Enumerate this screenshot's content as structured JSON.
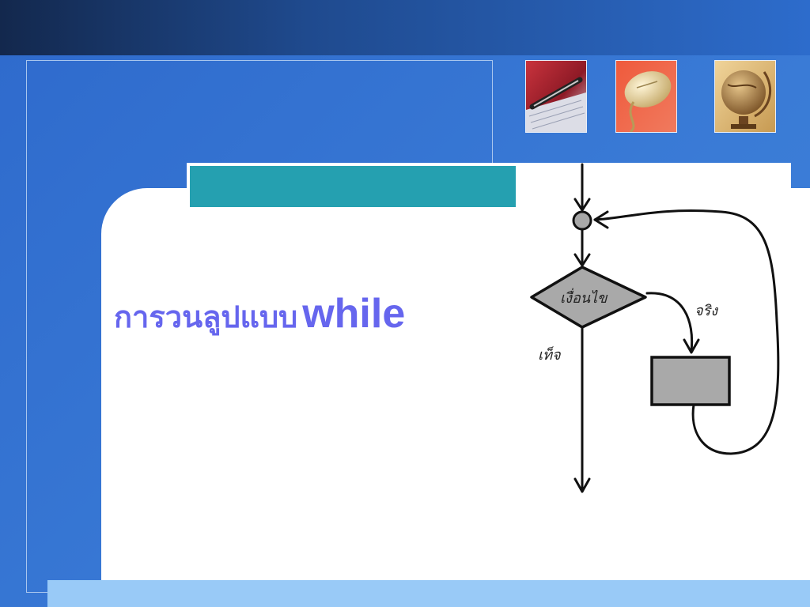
{
  "slide": {
    "title_thai": "การวนลูปแบบ",
    "title_keyword": "while"
  },
  "flowchart": {
    "condition_label": "เงื่อนไข",
    "true_label": "จริง",
    "false_label": "เท็จ"
  },
  "decor": {
    "photos": [
      "pen-photo",
      "mouse-photo",
      "globe-photo"
    ]
  },
  "colors": {
    "title": "#6666ee",
    "teal_bar": "#25a0b0",
    "background": "#2f6dce",
    "bottom_strip": "#99caf7"
  }
}
